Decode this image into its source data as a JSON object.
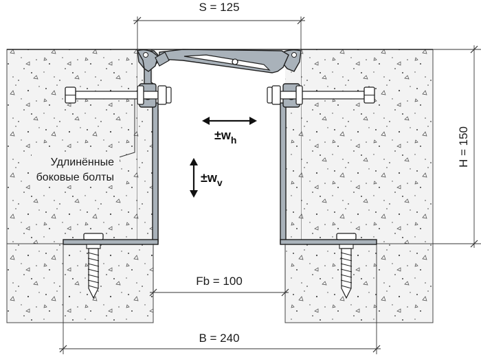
{
  "dimensions": {
    "s": "S = 125",
    "h": "H = 150",
    "fb": "Fb = 100",
    "b": "B = 240"
  },
  "movements": {
    "horizontal_main": "±w",
    "horizontal_sub": "h",
    "vertical_main": "±w",
    "vertical_sub": "v"
  },
  "callout": {
    "line1": "Удлинённые",
    "line2": "боковые болты"
  },
  "colors": {
    "profile": "#a9b2ba",
    "outline": "#1f1f1f",
    "concrete": "#f2f2f2",
    "dimension": "#333333"
  }
}
